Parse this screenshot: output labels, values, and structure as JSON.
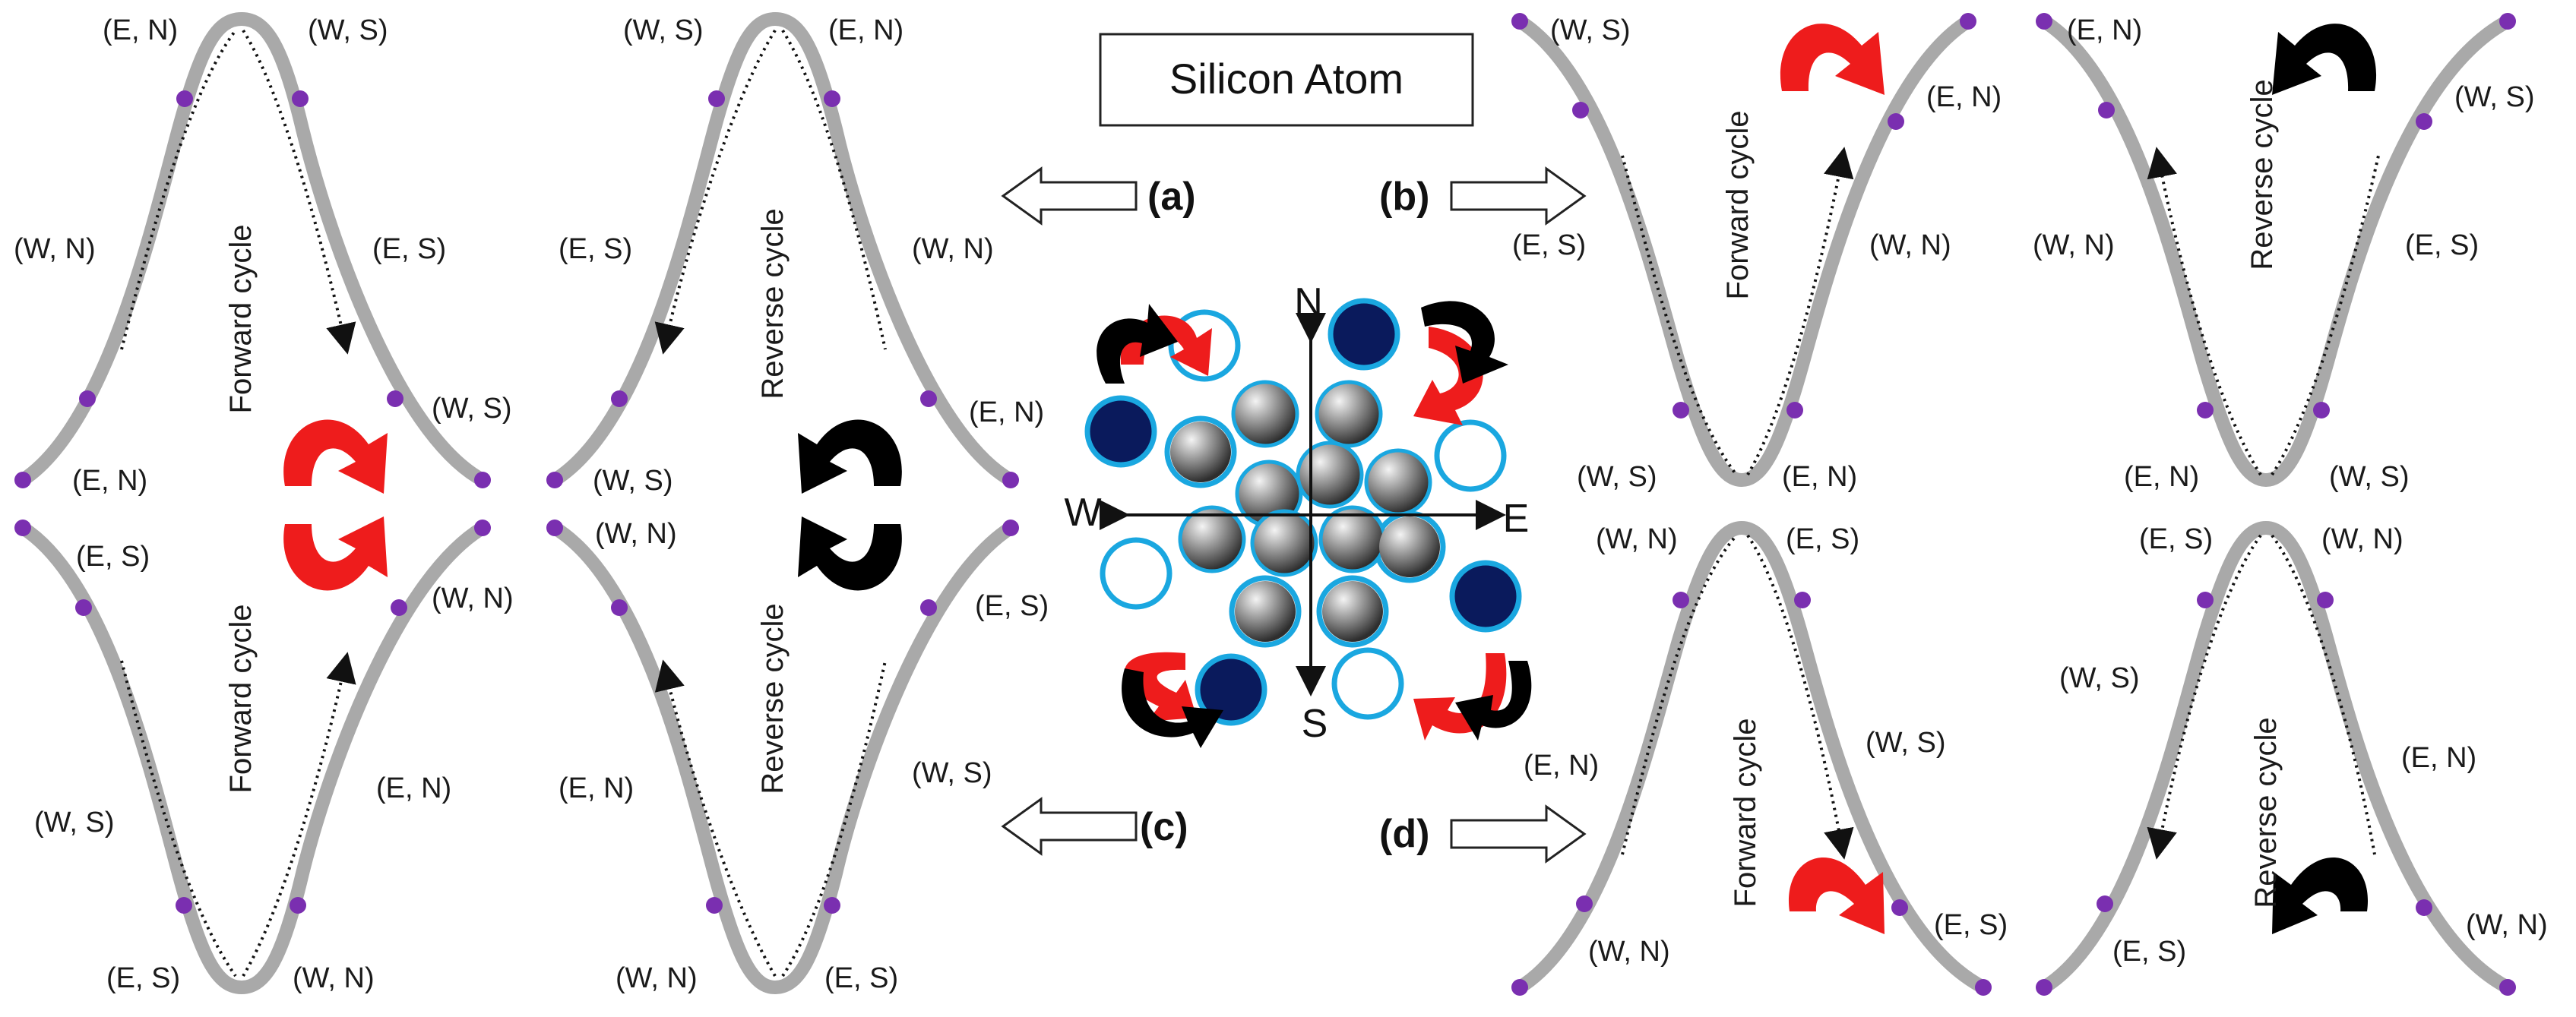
{
  "title": "Silicon Atom",
  "panels": {
    "a": "(a)",
    "b": "(b)",
    "c": "(c)",
    "d": "(d)"
  },
  "compass": {
    "n": "N",
    "s": "S",
    "e": "E",
    "w": "W"
  },
  "cycles": {
    "forward": "Forward cycle",
    "reverse": "Reverse cycle"
  },
  "labels": {
    "en": "(E, N)",
    "ws": "(W, S)",
    "wn": "(W, N)",
    "es": "(E, S)"
  },
  "colors": {
    "wave": "#a9a9a9",
    "dot": "#7a2fb0",
    "forward_arrow": "#ee1c1c",
    "reverse_arrow": "#000000",
    "atom_ring": "#1aa7e0",
    "atom_fill_dark": "#0a1a5c"
  }
}
